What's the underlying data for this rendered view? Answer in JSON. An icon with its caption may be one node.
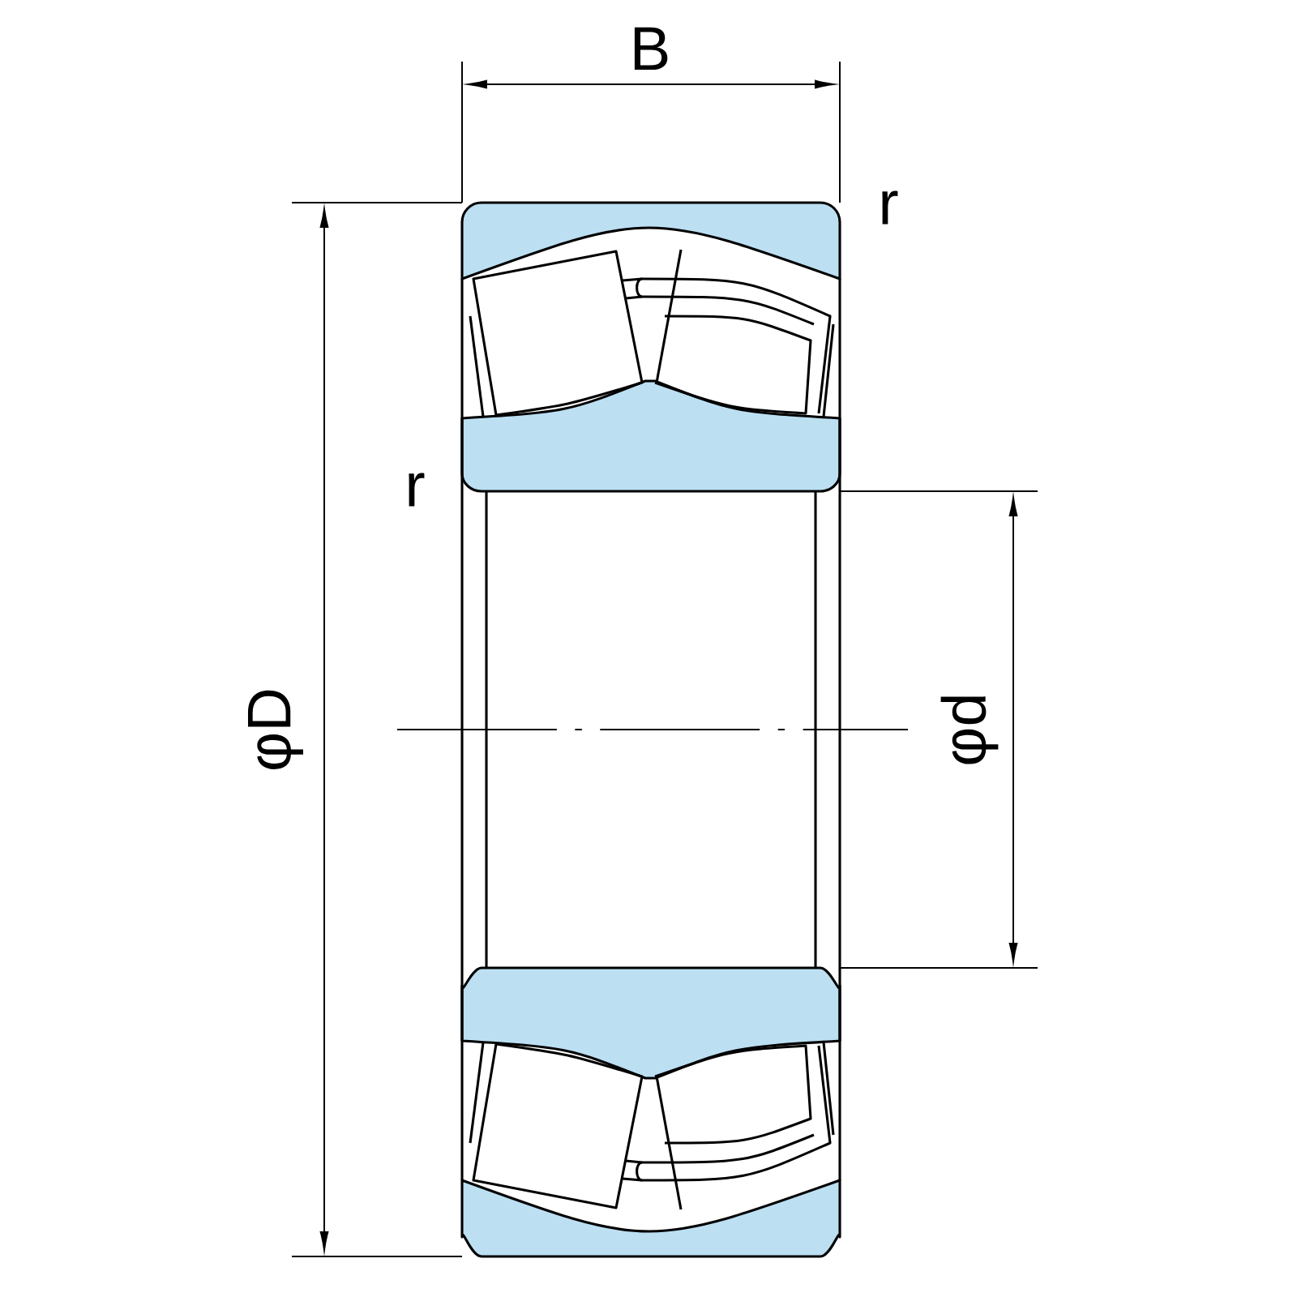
{
  "diagram": {
    "labels": [
      "B",
      "r",
      "r",
      "φD",
      "φd"
    ]
  }
}
